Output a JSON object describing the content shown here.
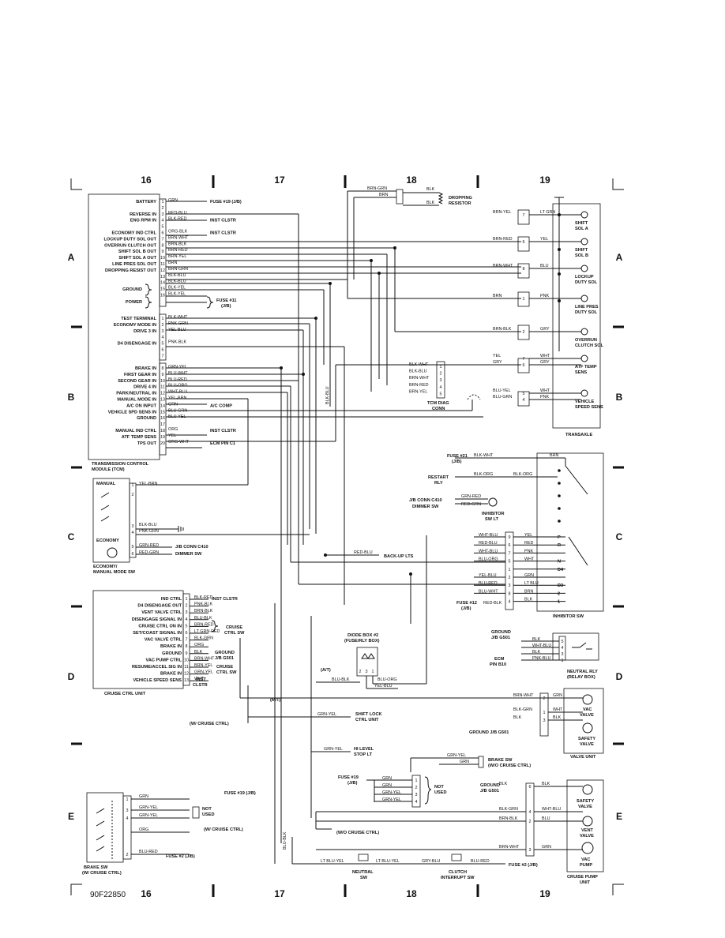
{
  "diagram_code": "90F22850",
  "grid": {
    "columns": [
      "16",
      "17",
      "18",
      "19"
    ],
    "rows": [
      "A",
      "B",
      "C",
      "D",
      "E"
    ]
  },
  "tcm": {
    "title": "TRANSMISSION CONTROL MODULE (TCM)",
    "title_line1": "TRANSMISSION CONTROL",
    "title_line2": "MODULE (TCM)",
    "pins_a": [
      {
        "pin": "1",
        "label": "BATTERY",
        "wire": "GRN",
        "dest": "FUSE #19 (J/B)"
      },
      {
        "pin": "2",
        "label": "",
        "wire": "",
        "dest": ""
      },
      {
        "pin": "3",
        "label": "REVERSE IN",
        "wire": "RED-BLU",
        "dest": ""
      },
      {
        "pin": "4",
        "label": "ENG RPM IN",
        "wire": "BLK-RED",
        "dest": "INST CLSTR"
      },
      {
        "pin": "5",
        "label": "",
        "wire": "",
        "dest": ""
      },
      {
        "pin": "6",
        "label": "ECONOMY IND CTRL",
        "wire": "ORG-BLK",
        "dest": "INST CLSTR"
      },
      {
        "pin": "7",
        "label": "LOCKUP DUTY SOL OUT",
        "wire": "BRN-WHT",
        "dest": ""
      },
      {
        "pin": "8",
        "label": "OVERRUN CLUTCH OUT",
        "wire": "BRN-BLK",
        "dest": ""
      },
      {
        "pin": "9",
        "label": "SHIFT SOL B OUT",
        "wire": "BRN-RED",
        "dest": ""
      },
      {
        "pin": "10",
        "label": "SHIFT SOL A OUT",
        "wire": "BRN-YEL",
        "dest": ""
      },
      {
        "pin": "11",
        "label": "LINE PRES SOL OUT",
        "wire": "BRN",
        "dest": ""
      },
      {
        "pin": "12",
        "label": "DROPPING RESIST OUT",
        "wire": "BRN-GRN",
        "dest": ""
      },
      {
        "pin": "13",
        "label": "",
        "wire": "BLK-BLU",
        "dest": ""
      },
      {
        "pin": "14",
        "label": "",
        "wire": "BLK-BLU",
        "dest": ""
      },
      {
        "pin": "15",
        "label": "",
        "wire": "BLK-YEL",
        "dest": ""
      },
      {
        "pin": "16",
        "label": "",
        "wire": "BLK-YEL",
        "dest": ""
      }
    ],
    "ground_label": "GROUND",
    "power_label": "POWER",
    "power_dest_line1": "FUSE #11",
    "power_dest_line2": "(J/B)",
    "pins_b": [
      {
        "pin": "1",
        "label": "TEST TERMINAL",
        "wire": "BLK-WHT"
      },
      {
        "pin": "2",
        "label": "ECONOMY MODE IN",
        "wire": "PNK-GRN"
      },
      {
        "pin": "3",
        "label": "DRIVE 3 IN",
        "wire": "YEL-BLU"
      },
      {
        "pin": "4",
        "label": "",
        "wire": ""
      },
      {
        "pin": "5",
        "label": "D4 DISENGAGE IN",
        "wire": "PNK-BLK"
      },
      {
        "pin": "6",
        "label": "",
        "wire": ""
      },
      {
        "pin": "7",
        "label": "",
        "wire": ""
      }
    ],
    "pins_c": [
      {
        "pin": "8",
        "label": "BRAKE IN",
        "wire": "GRN-YEL",
        "dest": ""
      },
      {
        "pin": "9",
        "label": "FIRST GEAR IN",
        "wire": "BLU-WHT",
        "dest": ""
      },
      {
        "pin": "10",
        "label": "SECOND GEAR IN",
        "wire": "BLU-RED",
        "dest": ""
      },
      {
        "pin": "11",
        "label": "DRIVE 4 IN",
        "wire": "BLU-ORG",
        "dest": ""
      },
      {
        "pin": "12",
        "label": "PARK/NEUTRAL IN",
        "wire": "WHT-BLU",
        "dest": ""
      },
      {
        "pin": "13",
        "label": "MANUAL MODE IN",
        "wire": "YEL-BRN",
        "dest": ""
      },
      {
        "pin": "14",
        "label": "A/C ON INPUT",
        "wire": "GRN",
        "dest": "A/C COMP"
      },
      {
        "pin": "15",
        "label": "VEHICLE SPD SENS IN",
        "wire": "BLU-GRN",
        "dest": ""
      },
      {
        "pin": "16",
        "label": "GROUND",
        "wire": "BLU-YEL",
        "dest": ""
      },
      {
        "pin": "17",
        "label": "",
        "wire": "",
        "dest": ""
      },
      {
        "pin": "18",
        "label": "MANUAL IND CTRL",
        "wire": "ORG",
        "dest": "INST CLSTR"
      },
      {
        "pin": "19",
        "label": "ATF TEMP SENS",
        "wire": "YEL",
        "dest": ""
      },
      {
        "pin": "20",
        "label": "TPS OUT",
        "wire": "ORG-WHT",
        "dest": "ECM PIN C1"
      }
    ]
  },
  "dropping_resistor": {
    "label_line1": "DROPPING",
    "label_line2": "RESISTOR",
    "wire_in1": "BRN-GRN",
    "wire_in2": "BRN",
    "wire_out1": "BLK",
    "wire_out2": "BLK"
  },
  "transaxle": {
    "title": "TRANSAXLE",
    "components": [
      {
        "name_line1": "SHIFT",
        "name_line2": "SOL A",
        "pin": "7",
        "wire_in": "BRN-YEL",
        "wire_out": "LT GRN"
      },
      {
        "name_line1": "SHIFT",
        "name_line2": "SOL B",
        "pin": "6",
        "wire_in": "BRN-RED",
        "wire_out": "YEL"
      },
      {
        "name_line1": "LOCKUP",
        "name_line2": "DUTY SOL",
        "pin": "8",
        "wire_in": "BRN-WHT",
        "wire_out": "BLU"
      },
      {
        "name_line1": "LINE PRES",
        "name_line2": "DUTY SOL",
        "pin": "1",
        "wire_in": "BRN",
        "wire_out": "PNK"
      },
      {
        "name_line1": "OVERRUN",
        "name_line2": "CLUTCH SOL",
        "pin": "2",
        "wire_in": "BRN-BLK",
        "wire_out": "GRY"
      },
      {
        "name_line1": "ATF TEMP",
        "name_line2": "SENS",
        "pin": "7",
        "wire_in": "YEL",
        "wire_out": "WHT"
      },
      {
        "name_line1": "",
        "name_line2": "",
        "pin": "6",
        "wire_in": "GRY",
        "wire_out": "GRY"
      },
      {
        "name_line1": "VEHICLE",
        "name_line2": "SPEED SENS",
        "pin": "5",
        "wire_in": "BLU-YEL",
        "wire_out": "WHT"
      },
      {
        "name_line1": "",
        "name_line2": "",
        "pin": "4",
        "wire_in": "BLU-GRN",
        "wire_out": "PNK"
      }
    ]
  },
  "tcm_diag": {
    "label_line1": "TCM DIAG",
    "label_line2": "CONN",
    "pins": [
      {
        "pin": "1",
        "wire": "BLK-WHT"
      },
      {
        "pin": "2",
        "wire": "BLK-BLU"
      },
      {
        "pin": "3",
        "wire": "BRN-WHT"
      },
      {
        "pin": "4",
        "wire": "BRN-RED"
      },
      {
        "pin": "5",
        "wire": "BRN-YEL"
      }
    ],
    "vertical_wire": "BLK-BLU"
  },
  "economy_switch": {
    "title_line1": "ECONOMY/",
    "title_line2": "MANUAL MODE SW",
    "manual_label": "MANUAL",
    "economy_label": "ECONOMY",
    "pins": [
      {
        "pin": "1",
        "wire": "YEL-BRN",
        "dest": ""
      },
      {
        "pin": "2",
        "wire": "",
        "dest": ""
      },
      {
        "pin": "3",
        "wire": "BLK-BLU",
        "dest": ""
      },
      {
        "pin": "4",
        "wire": "PNK-GRN",
        "dest": ""
      },
      {
        "pin": "5",
        "wire": "GRN-RED",
        "dest": "J/B CONN C410"
      },
      {
        "pin": "6",
        "wire": "RED-GRN",
        "dest": "DIMMER SW"
      }
    ]
  },
  "inhibitor_switch": {
    "title": "INHIBITOR SW",
    "fuse21_line1": "FUSE #21",
    "fuse21_line2": "(J/B)",
    "fuse21_wire": "BLK-WHT",
    "restart_line1": "RESTART",
    "restart_line2": "RLY",
    "restart_wire1": "BLK-ORG",
    "restart_wire2": "BLK-ORG",
    "brn": "BRN",
    "jb_conn_line1": "J/B CONN C410",
    "jb_conn_line2": "DIMMER SW",
    "jb_conn_wire1": "GRN-RED",
    "jb_conn_wire2": "RED-GRN",
    "lt_line1": "INHIBITOR",
    "lt_line2": "SW LT",
    "back_up": "BACK-UP LTS",
    "back_up_wire": "RED-BLU",
    "fuse12_line1": "FUSE #12",
    "fuse12_line2": "(J/B)",
    "fuse12_wire": "RED-BLK",
    "pins": [
      {
        "pin": "9",
        "wire_in": "WHT-BLU",
        "wire_out": "YEL",
        "pos": "P"
      },
      {
        "pin": "6",
        "wire_in": "RED-BLU",
        "wire_out": "RED",
        "pos": "R"
      },
      {
        "pin": "7",
        "wire_in": "WHT-BLU",
        "wire_out": "PNK",
        "pos": ""
      },
      {
        "pin": "5",
        "wire_in": "BLU-ORG",
        "wire_out": "WHT",
        "pos": "N"
      },
      {
        "pin": "1",
        "wire_in": "",
        "wire_out": "",
        "pos": "D4"
      },
      {
        "pin": "2",
        "wire_in": "YEL-BLU",
        "wire_out": "GRN",
        "pos": ""
      },
      {
        "pin": "3",
        "wire_in": "BLU-RED",
        "wire_out": "LT BLU",
        "pos": "D3"
      },
      {
        "pin": "8",
        "wire_in": "BLU-WHT",
        "wire_out": "BRN",
        "pos": "2"
      },
      {
        "pin": "4",
        "wire_in": "",
        "wire_out": "BLK",
        "pos": "1"
      }
    ]
  },
  "cruise_unit": {
    "title": "CRUISE CTRL UNIT",
    "cruise_sw_line1": "CRUISE",
    "cruise_sw_line2": "CTRL SW",
    "ground_line1": "GROUND",
    "ground_line2": "J/B G501",
    "pins": [
      {
        "pin": "1",
        "label": "IND CTRL",
        "wire": "BLK-RED",
        "dest": "INST CLSTR"
      },
      {
        "pin": "2",
        "label": "D4 DISENGAGE OUT",
        "wire": "PNK-BLK",
        "dest": ""
      },
      {
        "pin": "3",
        "label": "VENT VALVE CTRL",
        "wire": "BRN-BLK",
        "dest": ""
      },
      {
        "pin": "4",
        "label": "DISENGAGE SIGNAL IN",
        "wire": "BLU-BLK",
        "dest": ""
      },
      {
        "pin": "5",
        "label": "CRUISE CTRL ON IN",
        "wire": "BRN-RED",
        "dest": ""
      },
      {
        "pin": "6",
        "label": "SET/COAST SIGNAL IN",
        "wire": "LT GRN-RED",
        "dest": ""
      },
      {
        "pin": "7",
        "label": "VAC VALVE CTRL",
        "wire": "BLK-GRN",
        "dest": ""
      },
      {
        "pin": "8",
        "label": "BRAKE IN",
        "wire": "ORG",
        "dest": ""
      },
      {
        "pin": "9",
        "label": "GROUND",
        "wire": "BLK",
        "dest": ""
      },
      {
        "pin": "10",
        "label": "VAC PUMP CTRL",
        "wire": "BRN-WHT",
        "dest": ""
      },
      {
        "pin": "11",
        "label": "RESUME/ACCEL SIG IN",
        "wire": "BRN-YEL",
        "dest": ""
      },
      {
        "pin": "12",
        "label": "BRAKE IN",
        "wire": "GRN-YEL",
        "dest": ""
      },
      {
        "pin": "13",
        "label": "VEHICLE SPEED SENS",
        "wire": "WHT",
        "dest": "INST CLSTR"
      }
    ],
    "inst_line1": "INST",
    "inst_line2": "CLSTR"
  },
  "diode_box": {
    "title_line1": "DIODE BOX #2",
    "title_line2": "(FUSE/RLY BOX)",
    "at_label": "(A/T)",
    "mt_label": "(M/T)",
    "pins": [
      "2",
      "3",
      "1"
    ],
    "wire1": "BLU-BLK",
    "wire2": "BLU-ORG",
    "wire3": "YEL-BLU"
  },
  "neutral_relay": {
    "title_line1": "NEUTRAL RLY",
    "title_line2": "(RELAY BOX)",
    "ground_line1": "GROUND",
    "ground_line2": "J/B G501",
    "ecm_line1": "ECM",
    "ecm_line2": "PIN B10",
    "pins": [
      {
        "pin": "5",
        "wire": "BLK"
      },
      {
        "pin": "4",
        "wire": "WHT-BLU"
      },
      {
        "pin": "3",
        "wire": "BLK"
      },
      {
        "pin": "1",
        "wire": "PNK-BLU"
      }
    ]
  },
  "valve_unit": {
    "title": "VALVE UNIT",
    "vac_line1": "VAC",
    "vac_line2": "VALVE",
    "safety_line1": "SAFETY",
    "safety_line2": "VALVE",
    "ground": "GROUND J/B G501",
    "shift_lock_line1": "SHIFT LOCK",
    "shift_lock_line2": "CTRL UNIT",
    "with_cruise": "(W/ CRUISE CTRL)",
    "pins": [
      {
        "pin": "2",
        "wire_in": "BRN-WHT",
        "wire_out": "GRN"
      },
      {
        "pin": "1",
        "wire_in": "BLK-GRN",
        "wire_out": "WHT"
      },
      {
        "pin": "3",
        "wire_in": "BLK",
        "wire_out": "BLK"
      }
    ],
    "grn_yel": "GRN-YEL"
  },
  "brake_area": {
    "hi_level_line1": "HI LEVEL",
    "hi_level_line2": "STOP LT",
    "brake_sw_line1": "BRAKE SW",
    "brake_sw_line2": "(W/O CRUISE CTRL)",
    "grn_yel": "GRN-YEL",
    "grn": "GRN",
    "fuse19_line1": "FUSE #19",
    "fuse19_line2": "(J/B)",
    "not_used_line1": "NOT",
    "not_used_line2": "USED",
    "conn_pins": [
      {
        "pin": "1",
        "wire": "GRN"
      },
      {
        "pin": "2",
        "wire": "GRN"
      },
      {
        "pin": "3",
        "wire": "GRN-YEL"
      },
      {
        "pin": "4",
        "wire": "GRN-YEL"
      }
    ]
  },
  "cruise_pump": {
    "title_line1": "CRUISE PUMP",
    "title_line2": "UNIT",
    "ground_line1": "GROUND",
    "ground_line2": "J/B G501",
    "safety_line1": "SAFETY",
    "safety_line2": "VALVE",
    "vent_line1": "VENT",
    "vent_line2": "VALVE",
    "vac_line1": "VAC",
    "vac_line2": "PUMP",
    "wo_cruise": "(W/O CRUISE CTRL)",
    "pins": [
      {
        "pin": "6",
        "wire_in": "BLK",
        "wire_out": "BLK"
      },
      {
        "pin": "4",
        "wire_in": "BLK-GRN",
        "wire_out": "WHT-BLU"
      },
      {
        "pin": "2",
        "wire_in": "BRN-BLK",
        "wire_out": "BLU"
      },
      {
        "pin": "3",
        "wire_in": "BRN-WHT",
        "wire_out": "GRN"
      }
    ]
  },
  "brake_sw_cruise": {
    "title_line1": "BRAKE SW",
    "title_line2": "(W/ CRUISE CTRL)",
    "not_used_line1": "NOT",
    "not_used_line2": "USED",
    "fuse19": "FUSE #19 (J/B)",
    "fuse2": "FUSE #2 (J/B)",
    "with_cruise": "(W/ CRUISE CTRL)",
    "pins": [
      {
        "pin": "1",
        "wire": "GRN"
      },
      {
        "pin": "3",
        "wire": "GRN-YEL"
      },
      {
        "pin": "4",
        "wire": "GRN-YEL"
      },
      {
        "pin": "",
        "wire": "ORG"
      },
      {
        "pin": "2",
        "wire": "BLU-RED"
      }
    ],
    "blu_blk": "BLU-BLK"
  },
  "bottom": {
    "neutral_sw_line1": "NEUTRAL",
    "neutral_sw_line2": "SW",
    "clutch_sw_line1": "CLUTCH",
    "clutch_sw_line2": "INTERRUPT SW",
    "wire1": "LT BLU-YEL",
    "wire2": "LT BLU-YEL",
    "wire3": "GRY-BLU",
    "wire4": "BLU-RED",
    "fuse2": "FUSE #2 (J/B)"
  }
}
